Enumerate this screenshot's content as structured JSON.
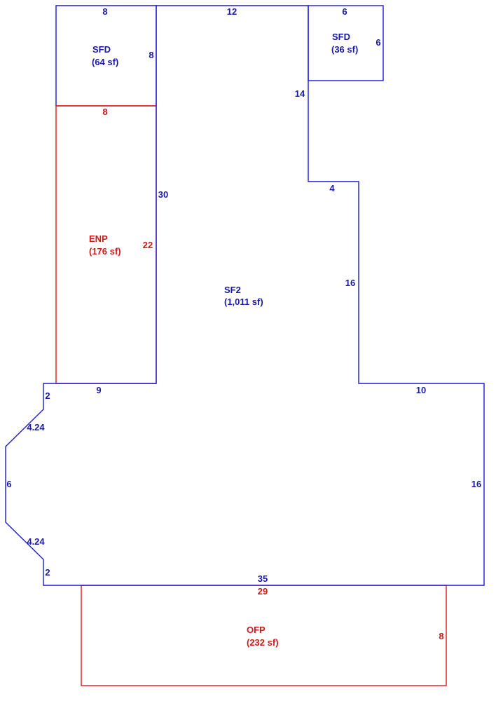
{
  "colors": {
    "living": "#1a1ad6",
    "porch": "#e01818"
  },
  "areas": {
    "sfd_left": {
      "code": "SFD",
      "area": "(64 sf)"
    },
    "sfd_right": {
      "code": "SFD",
      "area": "(36 sf)"
    },
    "enp": {
      "code": "ENP",
      "area": "(176 sf)"
    },
    "sf2": {
      "code": "SF2",
      "area": "(1,011 sf)"
    },
    "ofp": {
      "code": "OFP",
      "area": "(232 sf)"
    }
  },
  "dimensions": {
    "sfd_left_top": "8",
    "sfd_left_right": "8",
    "enp_top": "8",
    "enp_right": "22",
    "top_middle": "12",
    "sfd_right_top": "6",
    "sfd_right_right": "6",
    "wall_14": "14",
    "wall_30": "30",
    "step_4": "4",
    "wall_16_upper": "16",
    "bottom_9": "9",
    "right_10": "10",
    "left_2_top": "2",
    "diag_top": "4.24",
    "left_6": "6",
    "diag_bottom": "4.24",
    "left_2_bottom": "2",
    "right_16": "16",
    "bottom_35": "35",
    "ofp_top": "29",
    "ofp_right": "8"
  }
}
